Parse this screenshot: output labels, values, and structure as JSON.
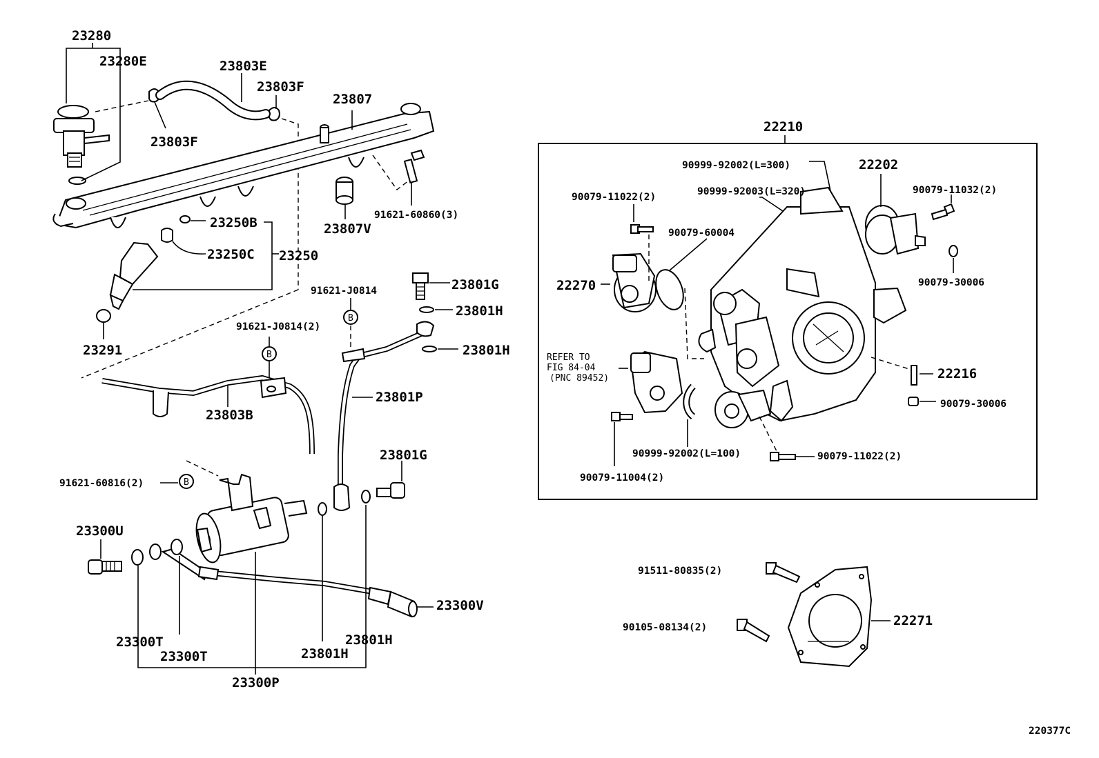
{
  "labels": {
    "l23280": "23280",
    "l23280E": "23280E",
    "l23803E": "23803E",
    "l23803F_top": "23803F",
    "l23803F_bot": "23803F",
    "l23807": "23807",
    "l23807V": "23807V",
    "l91621_60860": "91621-60860(3)",
    "l23250B": "23250B",
    "l23250C": "23250C",
    "l23250": "23250",
    "l23291": "23291",
    "l91621_J0814_a": "91621-J0814",
    "l91621_J0814_b": "91621-J0814(2)",
    "l23801G_top": "23801G",
    "l23801H_a": "23801H",
    "l23801H_b": "23801H",
    "l23801P": "23801P",
    "l23803B": "23803B",
    "l91621_60816": "91621-60816(2)",
    "l23801G_mid": "23801G",
    "l23300U": "23300U",
    "l23300V": "23300V",
    "l23300T_a": "23300T",
    "l23300T_b": "23300T",
    "l23801H_c": "23801H",
    "l23801H_d": "23801H",
    "l23300P": "23300P",
    "l22210": "22210",
    "l90999_92002_300": "90999-92002(L=300)",
    "l90999_92003_320": "90999-92003(L=320)",
    "l22202": "22202",
    "l90079_11022_top": "90079-11022(2)",
    "l90079_60004": "90079-60004",
    "l90079_11032": "90079-11032(2)",
    "l22270": "22270",
    "l90079_30006_a": "90079-30006",
    "l22216": "22216",
    "l90079_30006_b": "90079-30006",
    "l90999_92002_100": "90999-92002(L=100)",
    "l90079_11022_bot": "90079-11022(2)",
    "l90079_11004": "90079-11004(2)",
    "l91511_80835": "91511-80835(2)",
    "l90105_08134": "90105-08134(2)",
    "l22271": "22271",
    "refer1": "REFER TO",
    "refer2": "FIG 84-04",
    "refer3": "(PNC 89452)",
    "circleB": "B",
    "figure_id": "220377C"
  }
}
